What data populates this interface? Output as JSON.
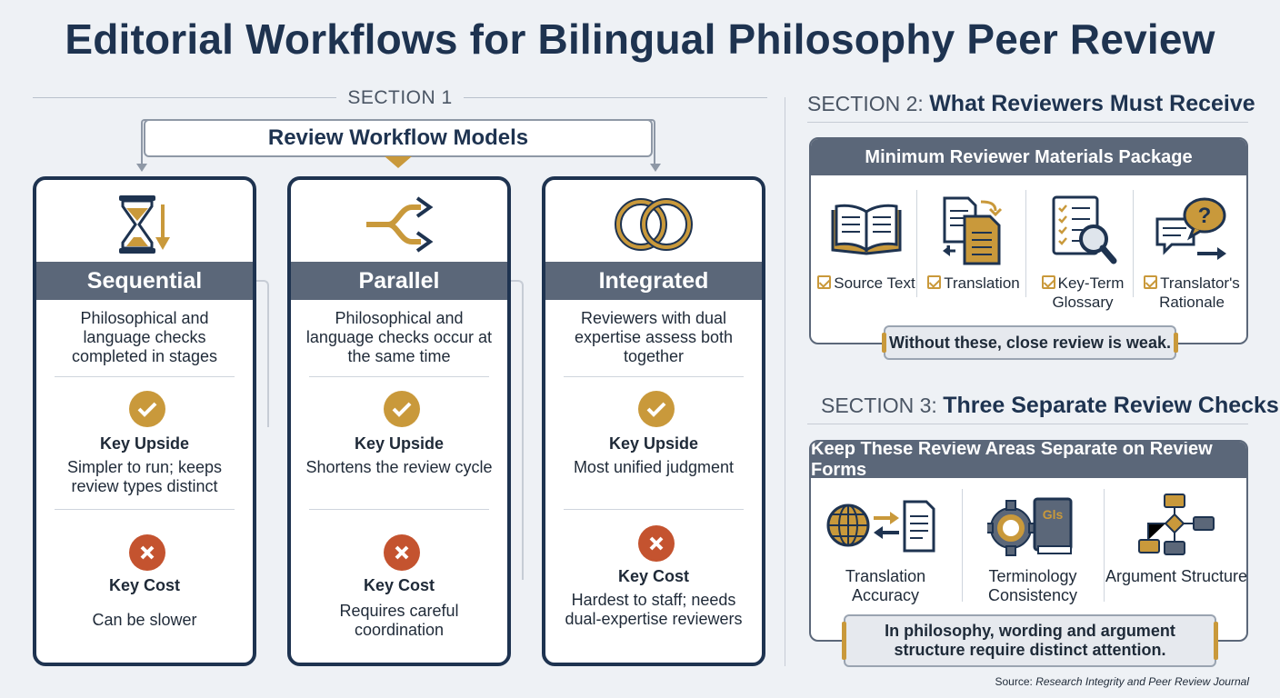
{
  "title": "Editorial Workflows for Bilingual Philosophy Peer Review",
  "section1": {
    "label": "SECTION 1",
    "models_title": "Review Workflow Models",
    "cards": [
      {
        "name": "Sequential",
        "icon": "hourglass-icon",
        "description": "Philosophical and language checks completed in stages",
        "upside_heading": "Key Upside",
        "upside_text": "Simpler to run; keeps review types distinct",
        "cost_heading": "Key Cost",
        "cost_text": "Can be slower"
      },
      {
        "name": "Parallel",
        "icon": "split-arrows-icon",
        "description": "Philosophical and language checks occur at the same time",
        "upside_heading": "Key Upside",
        "upside_text": "Shortens the review cycle",
        "cost_heading": "Key Cost",
        "cost_text": "Requires careful coordination"
      },
      {
        "name": "Integrated",
        "icon": "interlocking-rings-icon",
        "description": "Reviewers with dual expertise assess both together",
        "upside_heading": "Key Upside",
        "upside_text": "Most unified judgment",
        "cost_heading": "Key Cost",
        "cost_text": "Hardest to staff; needs dual-expertise reviewers"
      }
    ]
  },
  "section2": {
    "prefix": "SECTION 2:",
    "heading": "What Reviewers Must Receive",
    "panel_title": "Minimum Reviewer Materials Package",
    "items": [
      {
        "label": "Source Text",
        "icon": "open-book-icon"
      },
      {
        "label": "Translation",
        "icon": "document-translation-icon"
      },
      {
        "label": "Key-Term Glossary",
        "icon": "checklist-magnifier-icon"
      },
      {
        "label": "Translator's Rationale",
        "icon": "speech-bubble-question-icon"
      }
    ],
    "note": "Without these, close review is weak."
  },
  "section3": {
    "prefix": "SECTION 3:",
    "heading": "Three Separate Review Checks",
    "panel_title": "Keep These Review Areas Separate on Review Forms",
    "items": [
      {
        "label": "Translation Accuracy",
        "icon": "globe-document-icon"
      },
      {
        "label": "Terminology Consistency",
        "icon": "gear-glossary-icon",
        "badge": "Gls"
      },
      {
        "label": "Argument Structure",
        "icon": "flowchart-icon"
      }
    ],
    "note": "In philosophy, wording and argument structure require distinct attention."
  },
  "source": {
    "prefix": "Source:",
    "name": "Research Integrity and Peer Review Journal"
  },
  "colors": {
    "navy": "#1e3350",
    "slate": "#5b6779",
    "gold": "#c9993b",
    "red": "#c4532f",
    "background": "#eef1f5"
  }
}
